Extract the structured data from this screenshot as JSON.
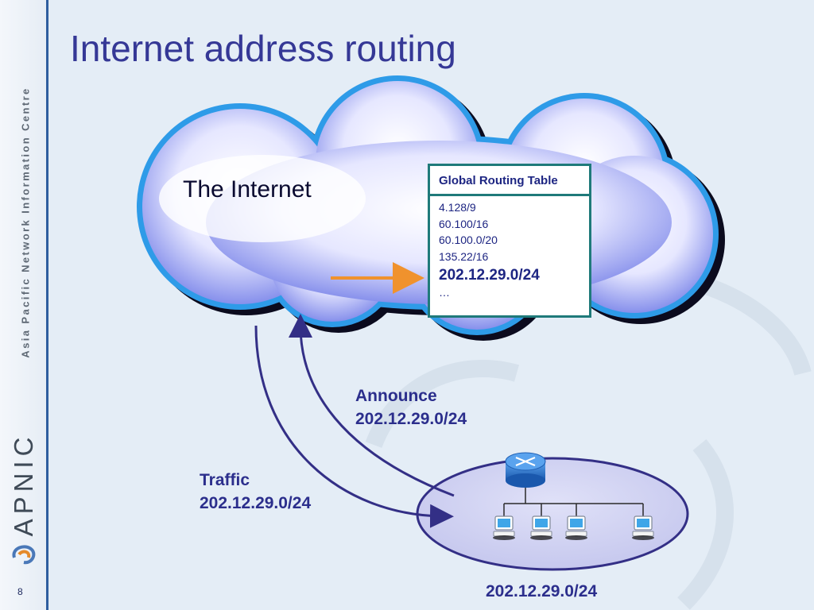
{
  "slide": {
    "title": "Internet address routing",
    "page_number": "8"
  },
  "sidebar": {
    "organization": "Asia Pacific Network Information Centre",
    "brand": "APNIC"
  },
  "diagram": {
    "internet_label": "The Internet",
    "routing_table": {
      "header": "Global Routing Table",
      "entries": [
        "4.128/9",
        "60.100/16",
        "60.100.0/20",
        "135.22/16",
        "202.12.29.0/24",
        "…"
      ],
      "highlighted_entry": "202.12.29.0/24"
    },
    "announce": {
      "label": "Announce",
      "prefix": "202.12.29.0/24"
    },
    "traffic": {
      "label": "Traffic",
      "prefix": "202.12.29.0/24"
    },
    "network": {
      "label": "202.12.29.0/24"
    },
    "colors": {
      "title": "#353896",
      "label_text": "#2b2e8c",
      "cloud_outline": "#2e9be8",
      "cloud_shadow": "#0b0b1e",
      "table_border": "#1f7a7a",
      "pointer_arrow": "#f0922d",
      "route_arrows": "#332f86",
      "network_ellipse": "#cfd1f2",
      "router": "#1f5fb4"
    },
    "icons": [
      "router-icon",
      "computer-icon"
    ]
  }
}
